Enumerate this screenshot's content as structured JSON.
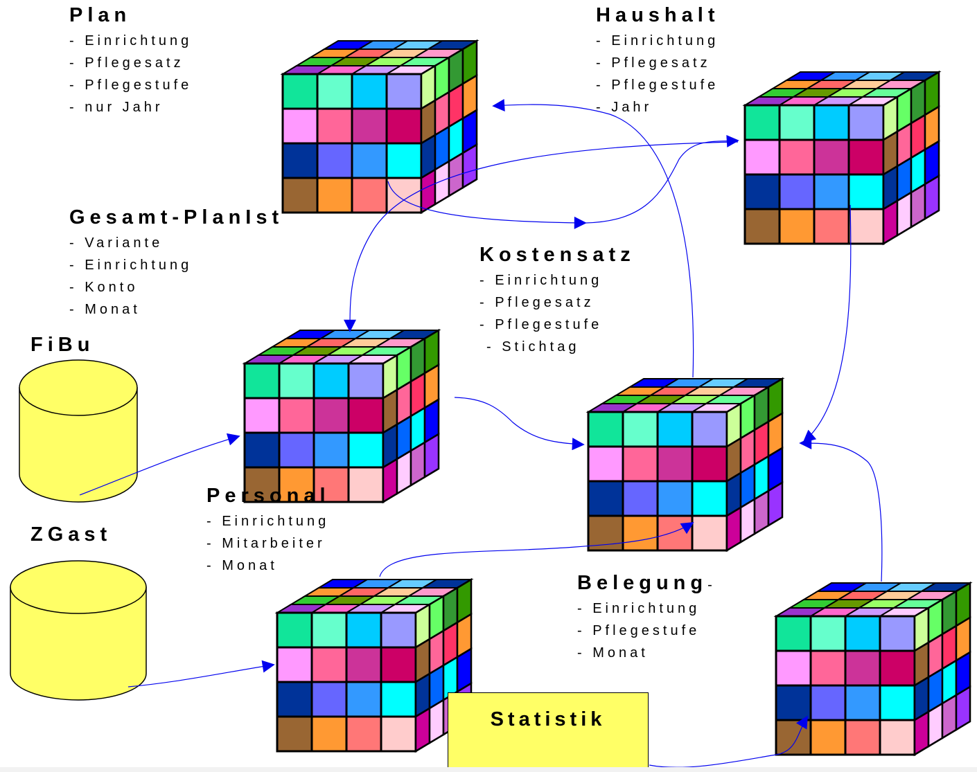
{
  "blocks": {
    "plan": {
      "title": "Plan",
      "items": [
        "Einrichtung",
        "Pflegesatz",
        "Pflegestufe",
        "nur Jahr"
      ]
    },
    "haushalt": {
      "title": "Haushalt",
      "items": [
        "Einrichtung",
        "Pflegesatz",
        "Pflegestufe",
        "Jahr"
      ]
    },
    "gesamt": {
      "title": "Gesamt-PlanIst",
      "items": [
        "Variante",
        "Einrichtung",
        "Konto",
        "Monat"
      ]
    },
    "kostensatz": {
      "title": "Kostensatz",
      "items": [
        "Einrichtung",
        "Pflegesatz",
        "Pflegestufe",
        "Stichtag"
      ]
    },
    "personal": {
      "title": "Personal",
      "items": [
        "Einrichtung",
        "Mitarbeiter",
        "Monat"
      ]
    },
    "belegung": {
      "title": "Belegung",
      "title_suffix": "-",
      "items": [
        "Einrichtung",
        "Pflegestufe",
        "Monat"
      ]
    }
  },
  "sources": {
    "fibu": "FiBu",
    "zgast": "ZGast"
  },
  "statistik": "Statistik",
  "colors": {
    "cylinder": "#ffff66",
    "statistik": "#ffff66",
    "arrow": "#0000ee",
    "front": [
      "#11e59a",
      "#66ffcc",
      "#00ccff",
      "#9999ff",
      "#ff99ff",
      "#ff6699",
      "#cc3399",
      "#cc0066",
      "#003399",
      "#6666ff",
      "#3399ff",
      "#00ffff",
      "#996633",
      "#ff9933",
      "#ff7777",
      "#ffcccc"
    ],
    "top": [
      "#0000ff",
      "#3399ff",
      "#66ccff",
      "#003399",
      "#ff9933",
      "#ff6666",
      "#ffcc99",
      "#ff99cc",
      "#33cc33",
      "#669900",
      "#99ff66",
      "#66ff99",
      "#9933cc",
      "#ff66cc",
      "#cc99ff",
      "#ffccff"
    ],
    "side": [
      "#ccff99",
      "#66ff66",
      "#339933",
      "#339900",
      "#996633",
      "#ff6699",
      "#ff3366",
      "#ff9933",
      "#003399",
      "#0066ff",
      "#00ffff",
      "#0000ff",
      "#cc0099",
      "#ffccff",
      "#cc66cc",
      "#9933ff"
    ]
  }
}
